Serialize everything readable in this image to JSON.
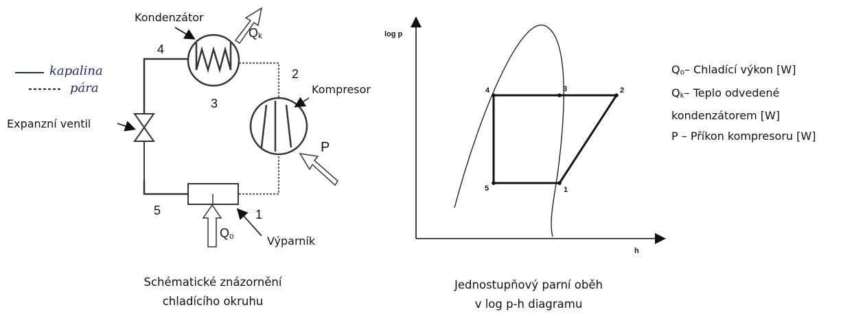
{
  "schema": {
    "condenser_label": "Kondenzátor",
    "compressor_label": "Kompresor",
    "valve_label": "Expanzní ventil",
    "evaporator_label": "Výparník",
    "qk_main": "Q",
    "qk_sub": "k",
    "qo_main": "Q",
    "qo_sub": "o",
    "p_label": "P",
    "point_1": "1",
    "point_2": "2",
    "point_3": "3",
    "point_4": "4",
    "point_5": "5",
    "legend_liquid": "kapalina",
    "legend_vapor": "pára",
    "caption_line1": "Schématické znázornění",
    "caption_line2": "chladícího okruhu"
  },
  "diagram": {
    "y_axis_label": "log p",
    "x_axis_label": "h",
    "caption_line1": "Jednostupňový parní oběh",
    "caption_line2": "v log p-h diagramu",
    "point_labels": [
      "1",
      "2",
      "3",
      "4",
      "5"
    ]
  },
  "definitions": {
    "qo_main": "Q",
    "qo_sub": "o",
    "qo_text": "– Chladící výkon [W]",
    "qk_main": "Q",
    "qk_sub": "k",
    "qk_text": "– Teplo odvedené",
    "qk_text2": "kondenzátorem [W]",
    "p_text": "P – Příkon kompresoru [W]"
  }
}
